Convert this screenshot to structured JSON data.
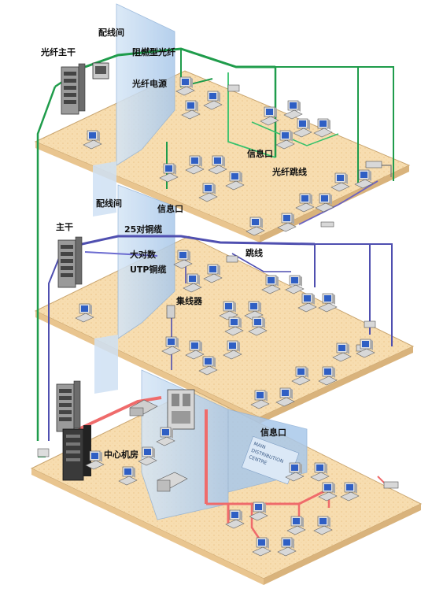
{
  "labels": {
    "wiring_closet_top": "配线间",
    "fiber_backbone": "光纤主干",
    "flame_retardant_fiber": "阻燃型光纤",
    "fiber_power": "光纤电源",
    "info_outlet_top": "信息口",
    "fiber_patch_cord": "光纤跳线",
    "wiring_closet_mid": "配线间",
    "info_outlet_mid": "信息口",
    "backbone": "主干",
    "copper_25_pair": "25对铜缆",
    "patch_cord": "跳线",
    "large_pair_count": "大对数",
    "utp_copper": "UTP铜缆",
    "hub": "集线器",
    "info_outlet_bottom": "信息口",
    "central_room": "中心机房"
  },
  "sign_text": "MAIN DISTRIBUTION CENTRE",
  "colors": {
    "floor": "#f7ddb0",
    "floor_edge": "#d9b37c",
    "fiber_green": "#1f9c4b",
    "copper_blue": "#4f4fb0",
    "power_red": "#ef6b6b",
    "shaft": "#bcd5ef"
  }
}
